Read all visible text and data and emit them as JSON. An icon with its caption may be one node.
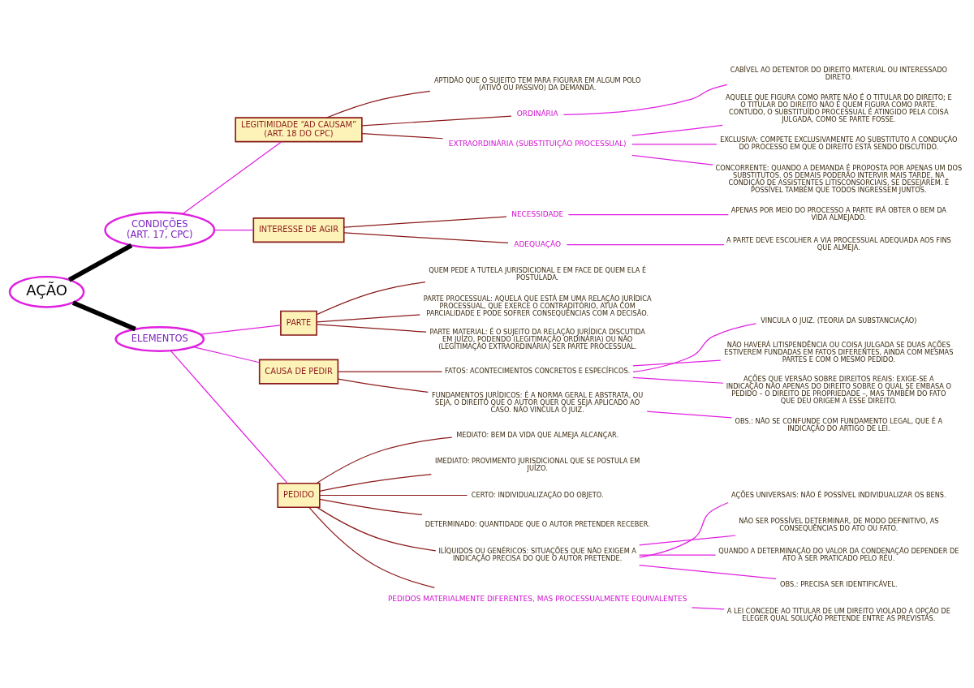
{
  "diagram": {
    "nodes": [
      {
        "text": [
          "AÇÃO"
        ]
      },
      {
        "text": [
          "CONDIÇÕES",
          "(ART. 17, CPC)"
        ]
      },
      {
        "text": [
          "LEGITIMIDADE “AD CAUSAM”",
          "(ART. 18 DO CPC)"
        ]
      },
      {
        "text": [
          "APTIDÃO QUE O SUJEITO TEM PARA FIGURAR EM ALGUM POLO (ATIVO OU PASSIVO) DA DEMANDA."
        ]
      },
      {
        "text": [
          "ORDINÁRIA"
        ]
      },
      {
        "text": [
          "CABÍVEL AO DETENTOR DO DIREITO MATERIAL OU INTERESSADO DIRETO."
        ]
      },
      {
        "text": [
          "EXTRAORDINÁRIA (SUBSTITUIÇÃO PROCESSUAL)"
        ]
      },
      {
        "text": [
          "AQUELE QUE FIGURA COMO PARTE NÃO É O TITULAR DO DIREITO; E O TITULAR DO DIREITO NÃO É QUEM FIGURA COMO PARTE. CONTUDO, O SUBSTITUÍDO PROCESSUAL É ATINGIDO PELA COISA JULGADA, COMO SE PARTE FOSSE."
        ]
      },
      {
        "text": [
          "EXCLUSIVA: COMPETE EXCLUSIVAMENTE AO SUBSTITUTO A CONDUÇÃO DO PROCESSO EM QUE O DIREITO ESTÁ SENDO DISCUTIDO."
        ]
      },
      {
        "text": [
          "CONCORRENTE: QUANDO A DEMANDA É PROPOSTA POR APENAS UM DOS SUBSTITUTOS. OS DEMAIS PODERÃO INTERVIR MAIS TARDE, NA CONDIÇÃO DE ASSISTENTES LITISCONSORCIAIS, SE DESEJAREM. É POSSÍVEL TAMBÉM QUE TODOS INGRESSEM JUNTOS."
        ]
      },
      {
        "text": [
          "INTERESSE DE AGIR"
        ]
      },
      {
        "text": [
          "NECESSIDADE"
        ]
      },
      {
        "text": [
          "APENAS POR MEIO DO PROCESSO A PARTE IRÁ OBTER O BEM DA VIDA ALMEJADO."
        ]
      },
      {
        "text": [
          "ADEQUAÇÃO"
        ]
      },
      {
        "text": [
          "A PARTE DEVE ESCOLHER A VIA PROCESSUAL ADEQUADA AOS FINS QUE ALMEJA."
        ]
      },
      {
        "text": [
          "ELEMENTOS"
        ]
      },
      {
        "text": [
          "PARTE"
        ]
      },
      {
        "text": [
          "QUEM PEDE A TUTELA JURISDICIONAL E EM FACE DE QUEM ELA É POSTULADA."
        ]
      },
      {
        "text": [
          "PARTE PROCESSUAL: AQUELA QUE ESTÁ EM UMA RELAÇÃO JURÍDICA PROCESSUAL, QUE EXERCE O CONTRADITÓRIO, ATUA COM PARCIALIDADE E PODE SOFRER CONSEQUÊNCIAS COM A DECISÃO."
        ]
      },
      {
        "text": [
          "PARTE MATERIAL: É O SUJEITO DA RELAÇÃO JURÍDICA DISCUTIDA EM JUÍZO, PODENDO (LEGITIMAÇÃO ORDINÁRIA) OU NÃO (LEGITIMAÇÃO EXTRAORDINÁRIA) SER PARTE PROCESSUAL."
        ]
      },
      {
        "text": [
          "CAUSA DE PEDIR"
        ]
      },
      {
        "text": [
          "FATOS: ACONTECIMENTOS CONCRETOS E ESPECÍFICOS."
        ]
      },
      {
        "text": [
          "VINCULA O JUIZ. (TEORIA DA SUBSTANCIAÇÃO)"
        ]
      },
      {
        "text": [
          "NÃO HAVERÁ LITISPENDÊNCIA OU COISA JULGADA SE DUAS AÇÕES ESTIVEREM FUNDADAS EM FATOS DIFERENTES, AINDA COM MESMAS PARTES E COM O MESMO PEDIDO."
        ]
      },
      {
        "text": [
          "AÇÕES QUE VERSÃO SOBRE DIREITOS REAIS: EXIGE-SE A INDICAÇÃO NÃO APENAS DO DIREITO SOBRE O QUAL SE EMBASA O PEDIDO – O DIREITO DE PROPRIEDADE –, MAS TAMBÉM DO FATO QUE DEU ORIGEM A ESSE DIREITO."
        ]
      },
      {
        "text": [
          "FUNDAMENTOS JURÍDICOS: É A NORMA GERAL E ABSTRATA, OU SEJA, O DIREITO QUE O AUTOR QUER QUE SEJA APLICADO AO CASO. NÃO VINCULA O JUIZ."
        ]
      },
      {
        "text": [
          "OBS.: NÃO SE CONFUNDE COM FUNDAMENTO LEGAL, QUE É A INDICAÇÃO DO ARTIGO DE LEI."
        ]
      },
      {
        "text": [
          "PEDIDO"
        ]
      },
      {
        "text": [
          "MEDIATO: BEM DA VIDA QUE ALMEJA ALCANÇAR."
        ]
      },
      {
        "text": [
          "IMEDIATO: PROVIMENTO JURISDICIONAL QUE SE POSTULA EM JUÍZO."
        ]
      },
      {
        "text": [
          "CERTO: INDIVIDUALIZAÇÃO DO OBJETO."
        ]
      },
      {
        "text": [
          "DETERMINADO: QUANTIDADE QUE O AUTOR PRETENDER RECEBER."
        ]
      },
      {
        "text": [
          "ILÍQUIDOS OU GENÉRICOS: SITUAÇÕES QUE NÃO EXIGEM A INDICAÇÃO PRECISA DO QUE O AUTOR PRETENDE."
        ]
      },
      {
        "text": [
          "AÇÕES UNIVERSAIS: NÃO É POSSÍVEL INDIVIDUALIZAR OS BENS."
        ]
      },
      {
        "text": [
          "NÃO SER POSSÍVEL DETERMINAR, DE MODO DEFINITIVO, AS CONSEQUÊNCIAS DO ATO OU FATO."
        ]
      },
      {
        "text": [
          "QUANDO A DETERMINAÇÃO DO VALOR DA CONDENAÇÃO DEPENDER DE ATO A SER PRATICADO PELO RÉU."
        ]
      },
      {
        "text": [
          "OBS.: PRECISA SER IDENTIFICÁVEL."
        ]
      },
      {
        "text": [
          "PEDIDOS MATERIALMENTE DIFERENTES, MAS PROCESSUALMENTE EQUIVALENTES"
        ]
      },
      {
        "text": [
          "A LEI CONCEDE AO TITULAR DE UM DIREITO VIOLADO A OPÇÃO DE ELEGER QUAL SOLUÇÃO PRETENDE ENTRE AS PREVISTAS."
        ]
      }
    ],
    "edges": [
      {
        "from": 0,
        "to": 1,
        "arrow": "none",
        "style": "thick",
        "color": "#000000"
      },
      {
        "from": 1,
        "to": 2,
        "arrow": "none"
      },
      {
        "from": 2,
        "to": 3,
        "arrow": "none",
        "color": "#8b1a1a"
      },
      {
        "from": 2,
        "to": 4,
        "arrow": "none",
        "color": "#8b1a1a"
      },
      {
        "from": 4,
        "to": 5,
        "arrow": "none"
      },
      {
        "from": 2,
        "to": 6,
        "arrow": "none",
        "color": "#8b1a1a"
      },
      {
        "from": 6,
        "to": 7,
        "arrow": "none"
      },
      {
        "from": 6,
        "to": 8,
        "arrow": "none"
      },
      {
        "from": 6,
        "to": 9,
        "arrow": "none"
      },
      {
        "from": 1,
        "to": 10,
        "arrow": "none"
      },
      {
        "from": 10,
        "to": 11,
        "arrow": "none",
        "color": "#8b1a1a"
      },
      {
        "from": 11,
        "to": 12,
        "arrow": "none"
      },
      {
        "from": 10,
        "to": 13,
        "arrow": "none",
        "color": "#8b1a1a"
      },
      {
        "from": 13,
        "to": 14,
        "arrow": "none"
      },
      {
        "from": 0,
        "to": 15,
        "arrow": "none",
        "style": "thick",
        "color": "#000000"
      },
      {
        "from": 15,
        "to": 16,
        "arrow": "none"
      },
      {
        "from": 16,
        "to": 17,
        "arrow": "none",
        "color": "#8b1a1a"
      },
      {
        "from": 16,
        "to": 18,
        "arrow": "none",
        "color": "#8b1a1a"
      },
      {
        "from": 16,
        "to": 19,
        "arrow": "none",
        "color": "#8b1a1a"
      },
      {
        "from": 15,
        "to": 20,
        "arrow": "none"
      },
      {
        "from": 20,
        "to": 21,
        "arrow": "none",
        "color": "#8b1a1a"
      },
      {
        "from": 21,
        "to": 22,
        "arrow": "none"
      },
      {
        "from": 21,
        "to": 23,
        "arrow": "none"
      },
      {
        "from": 21,
        "to": 24,
        "arrow": "none"
      },
      {
        "from": 20,
        "to": 25,
        "arrow": "none",
        "color": "#8b1a1a"
      },
      {
        "from": 25,
        "to": 26,
        "arrow": "none"
      },
      {
        "from": 15,
        "to": 27,
        "arrow": "none"
      },
      {
        "from": 27,
        "to": 28,
        "arrow": "none",
        "color": "#8b1a1a"
      },
      {
        "from": 27,
        "to": 29,
        "arrow": "none",
        "color": "#8b1a1a"
      },
      {
        "from": 27,
        "to": 30,
        "arrow": "none",
        "color": "#8b1a1a"
      },
      {
        "from": 27,
        "to": 31,
        "arrow": "none",
        "color": "#8b1a1a"
      },
      {
        "from": 27,
        "to": 32,
        "arrow": "none",
        "color": "#8b1a1a"
      },
      {
        "from": 32,
        "to": 33,
        "arrow": "none"
      },
      {
        "from": 32,
        "to": 34,
        "arrow": "none"
      },
      {
        "from": 32,
        "to": 35,
        "arrow": "none"
      },
      {
        "from": 32,
        "to": 36,
        "arrow": "none"
      },
      {
        "from": 27,
        "to": 37,
        "arrow": "none",
        "color": "#8b1a1a"
      },
      {
        "from": 37,
        "to": 38,
        "arrow": "none"
      }
    ]
  }
}
